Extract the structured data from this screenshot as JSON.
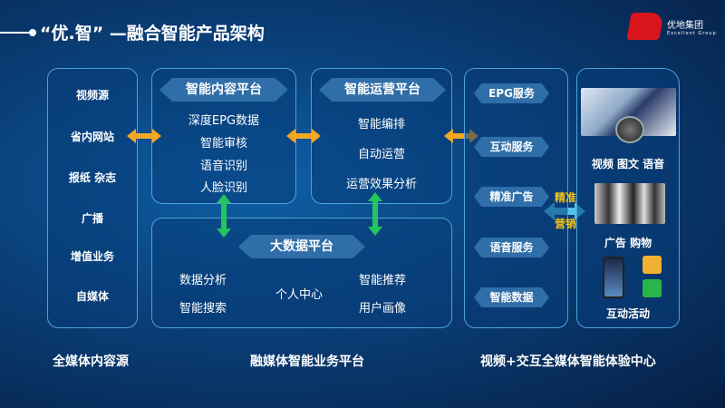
{
  "header": {
    "title": "“优.智” —融合智能产品架构",
    "logo_text": "优地集团",
    "logo_subtext": "Excellent Group"
  },
  "sources": [
    "视频源",
    "省内网站",
    "报纸 杂志",
    "广播",
    "增值业务",
    "自媒体"
  ],
  "content_platform": {
    "title": "智能内容平台",
    "items": [
      "深度EPG数据",
      "智能审核",
      "语音识别",
      "人脸识别"
    ]
  },
  "ops_platform": {
    "title": "智能运营平台",
    "items": [
      "智能编排",
      "自动运营",
      "运营效果分析"
    ]
  },
  "bigdata": {
    "title": "大数据平台",
    "left": [
      "数据分析",
      "智能搜索"
    ],
    "center": "个人中心",
    "right": [
      "智能推荐",
      "用户画像"
    ]
  },
  "services": [
    "EPG服务",
    "互动服务",
    "精准广告",
    "语音服务",
    "智能数据"
  ],
  "marketing": [
    "精准",
    "营销"
  ],
  "experience": {
    "captions": [
      "视频 图文 语音",
      "广告 购物",
      "互动活动"
    ]
  },
  "footer": [
    "全媒体内容源",
    "融媒体智能业务平台",
    "视频+交互全媒体智能体验中心"
  ],
  "colors": {
    "accent_orange": "#f5a623",
    "accent_green": "#22c55e",
    "accent_cyan": "#4fc3e8",
    "marketing_text": "#f5c518"
  }
}
